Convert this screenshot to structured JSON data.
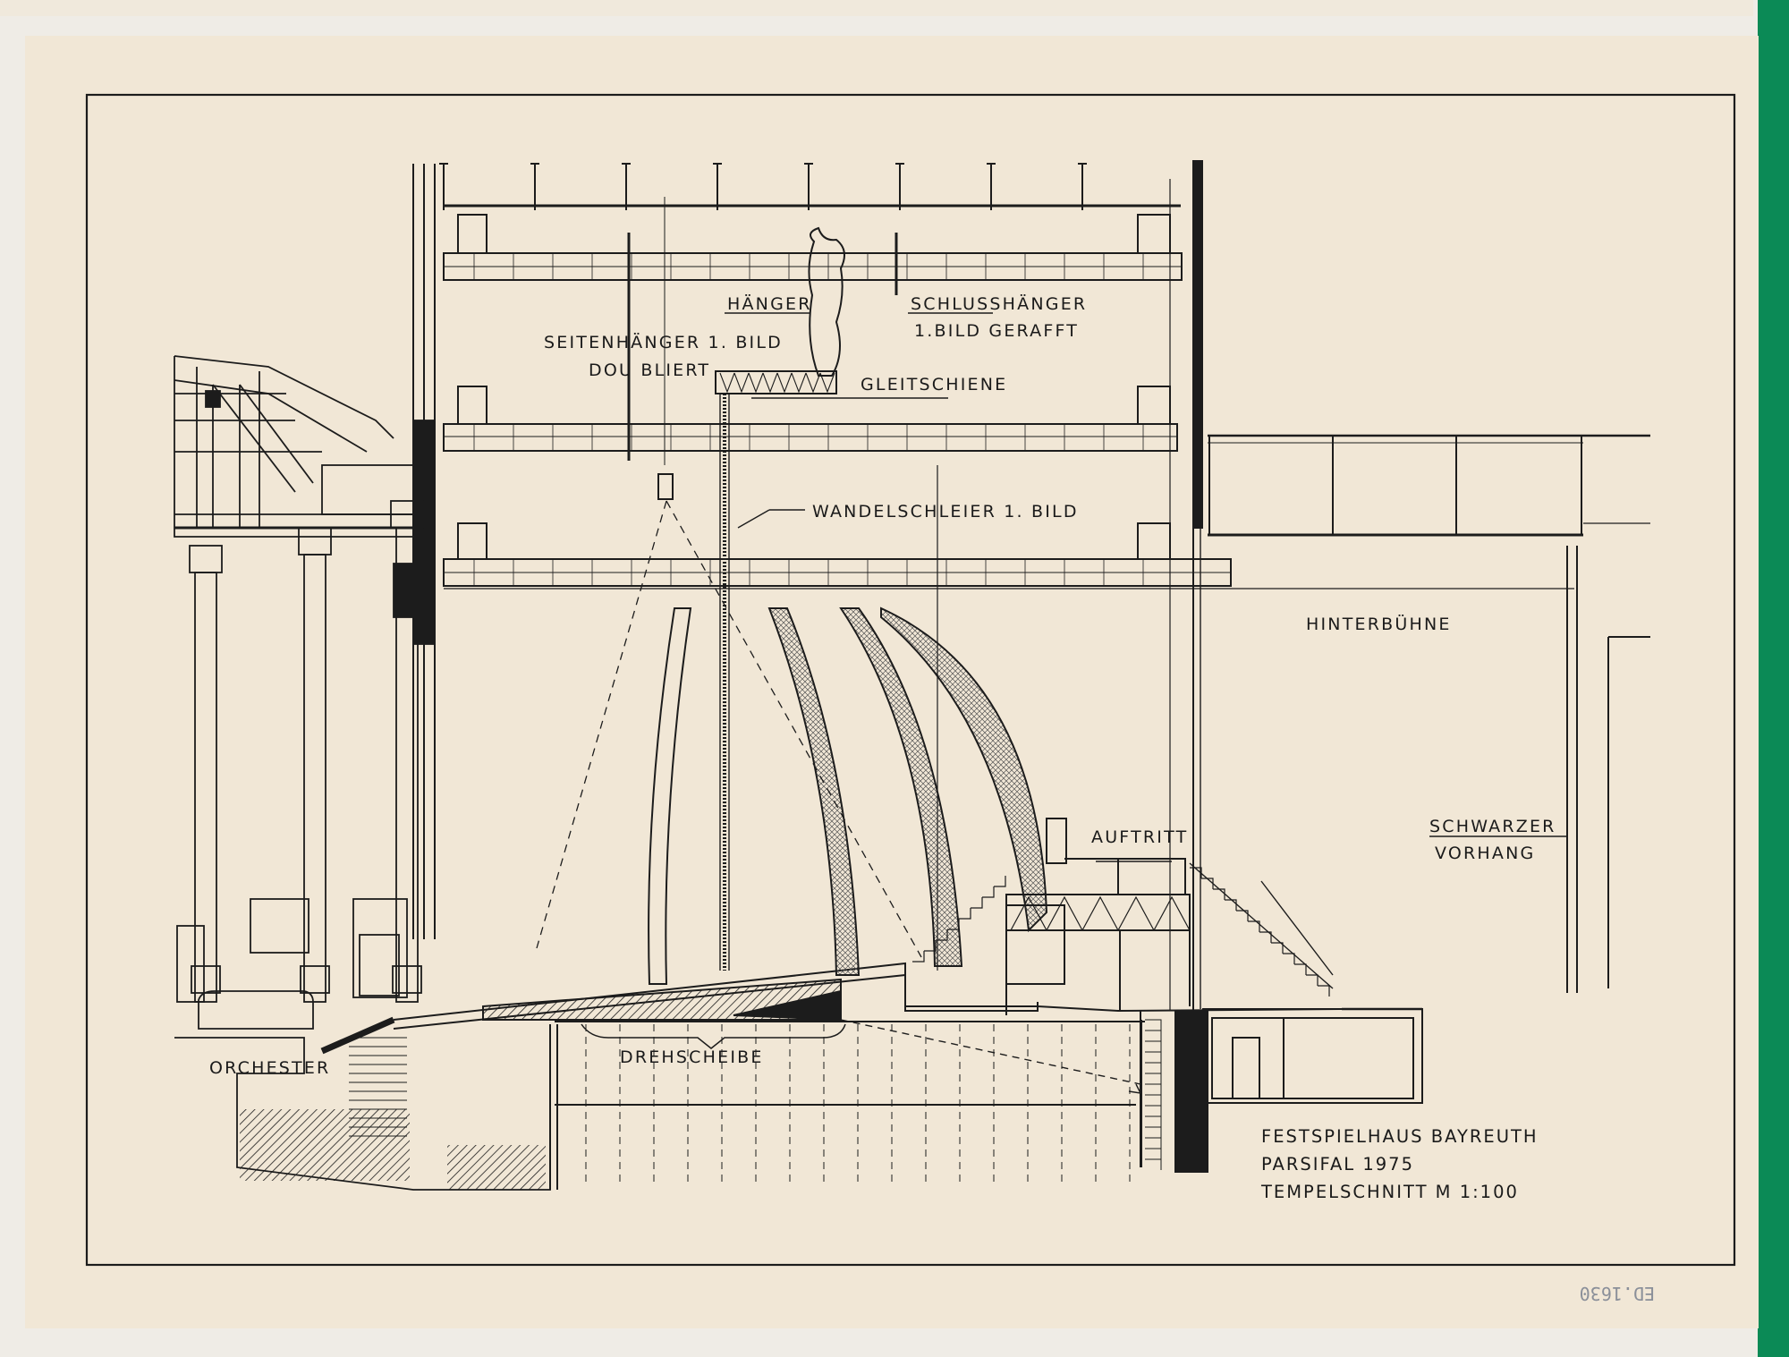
{
  "labels": {
    "haenger": "HÄNGER",
    "schlusshaenger_1": "SCHLUSSHÄNGER",
    "schlusshaenger_2": "1.BILD GERAFFT",
    "seitenhaenger_1": "SEITENHÄNGER 1. BILD",
    "seitenhaenger_2": "DOU BLIERT",
    "gleitschiene": "GLEITSCHIENE",
    "wandelschleier": "WANDELSCHLEIER 1. BILD",
    "hinterbuehne": "HINTERBÜHNE",
    "auftritt": "AUFTRITT",
    "schwarzer_1": "SCHWARZER",
    "schwarzer_2": "VORHANG",
    "orchester": "ORCHESTER",
    "drehscheibe": "DREHSCHEIBE"
  },
  "title_block": {
    "line1": "FESTSPIELHAUS BAYREUTH",
    "line2": "PARSIFAL 1975",
    "line3": "TEMPELSCHNITT  M 1:100"
  },
  "archive_stamp": "ED.1630",
  "colors": {
    "paper": "#f1e7d6",
    "ink": "#1c1c1c",
    "background": "#efece6",
    "tape": "#0b8a56"
  }
}
